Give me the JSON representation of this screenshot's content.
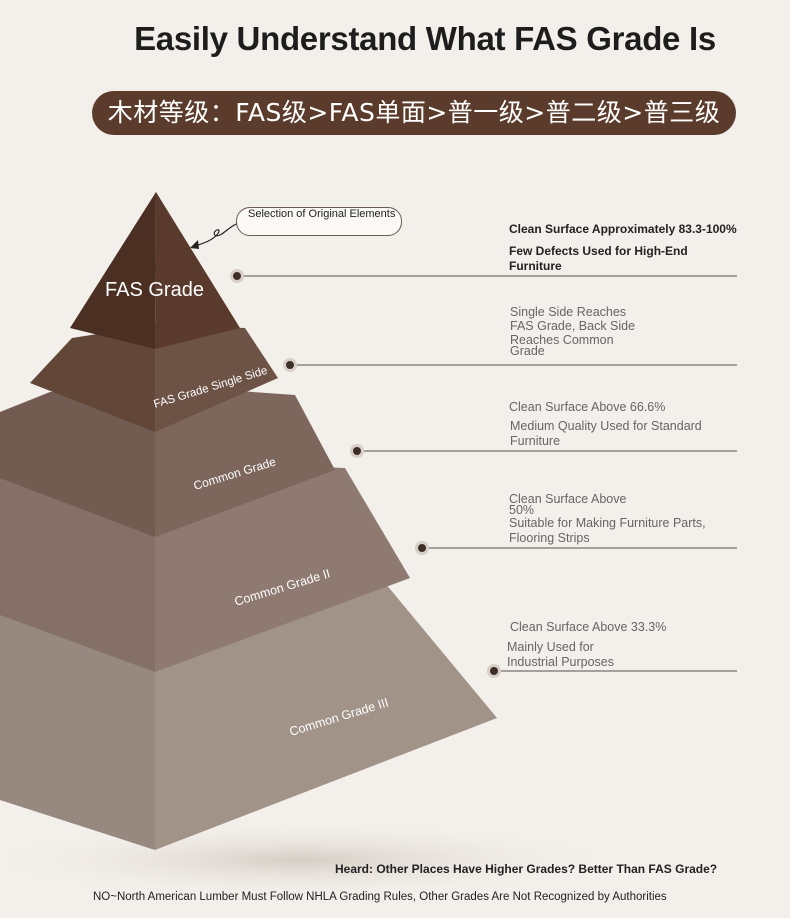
{
  "title": "Easily Understand What FAS Grade Is",
  "banner": "木材等级：FAS级>FAS单面>普一级>普二级>普三级",
  "callout": "Selection of Original Elements",
  "levels": [
    {
      "label": "FAS Grade",
      "lines": [
        "Clean Surface Approximately 83.3-100%",
        "Few Defects Used for High-End",
        "Furniture"
      ]
    },
    {
      "label": "FAS Grade Single Side",
      "lines": [
        "Single Side Reaches",
        "FAS Grade, Back Side",
        "Reaches Common",
        "Grade"
      ]
    },
    {
      "label": "Common Grade",
      "lines": [
        "Clean Surface Above 66.6%",
        "Medium Quality Used for Standard",
        "Furniture"
      ]
    },
    {
      "label": "Common Grade II",
      "lines": [
        "Clean Surface Above",
        "50%",
        "Suitable for Making Furniture Parts,",
        "Flooring Strips"
      ]
    },
    {
      "label": "Common Grade III",
      "lines": [
        "Clean Surface Above 33.3%",
        "Mainly Used for",
        "Industrial Purposes"
      ]
    }
  ],
  "footer": {
    "question": "Heard: Other Places Have Higher Grades? Better Than FAS Grade?",
    "answer": "NO~North American Lumber Must Follow NHLA Grading Rules, Other Grades Are Not Recognized by Authorities"
  },
  "colors": {
    "banner": "#5b3b2b",
    "level1": "#5a3a2c",
    "level2": "#6d5246",
    "level3": "#7d665c",
    "level4": "#8e7a71",
    "level5": "#a29389"
  }
}
